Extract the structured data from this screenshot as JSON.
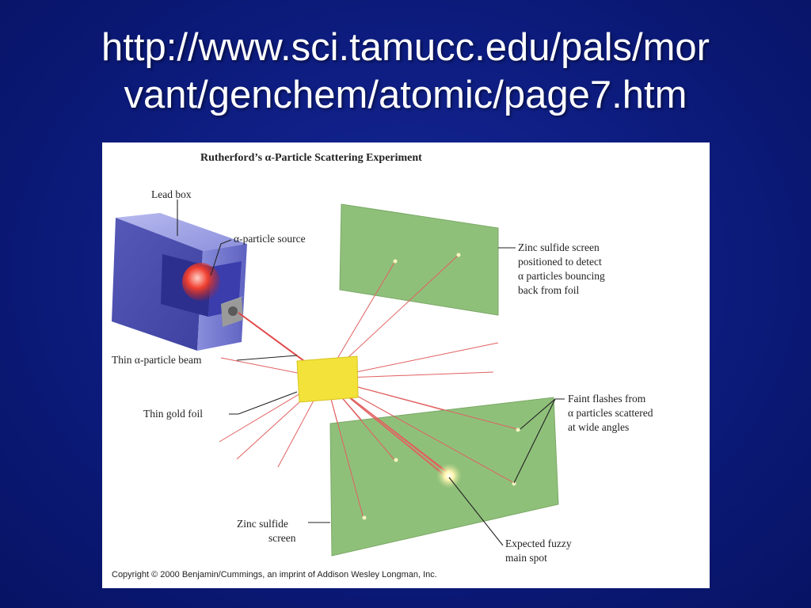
{
  "slide": {
    "title_line1": "http://www.sci.tamucc.edu/pals/mor",
    "title_line2": "vant/genchem/atomic/page7.htm"
  },
  "figure": {
    "title": "Rutherford’s α-Particle Scattering Experiment",
    "labels": {
      "lead_box": "Lead box",
      "source": "α-particle source",
      "beam": "Thin α-particle beam",
      "gold_foil": "Thin gold foil",
      "back_screen": [
        "Zinc sulfide screen",
        "positioned to detect",
        "α particles bouncing",
        "back from foil"
      ],
      "faint_flashes": [
        "Faint flashes from",
        "α particles scattered",
        "at wide angles"
      ],
      "front_screen": [
        "Zinc sulfide",
        "screen"
      ],
      "main_spot": [
        "Expected fuzzy",
        "main spot"
      ]
    },
    "copyright": "Copyright © 2000 Benjamin/Cummings, an imprint of Addison Wesley Longman, Inc.",
    "colors": {
      "screen_green": "#8fc07a",
      "beam_red": "#e04848",
      "foil_yellow": "#f2e23a",
      "lead_blue": "#6f72c8"
    }
  }
}
